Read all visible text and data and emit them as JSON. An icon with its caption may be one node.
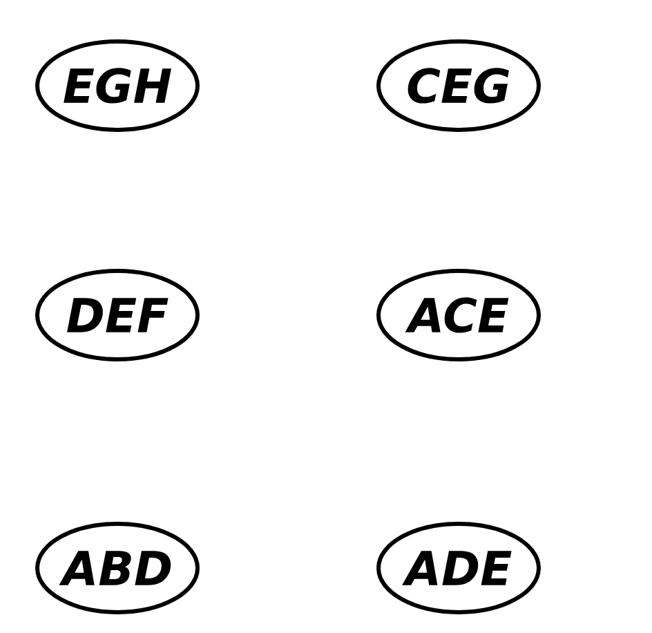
{
  "diagram": {
    "nodes": [
      {
        "text": [
          "EGH"
        ]
      },
      {
        "text": [
          "CEG"
        ]
      },
      {
        "text": [
          "DEF"
        ]
      },
      {
        "text": [
          "ACE"
        ]
      },
      {
        "text": [
          "ABD"
        ]
      },
      {
        "text": [
          "ADE"
        ]
      }
    ]
  }
}
